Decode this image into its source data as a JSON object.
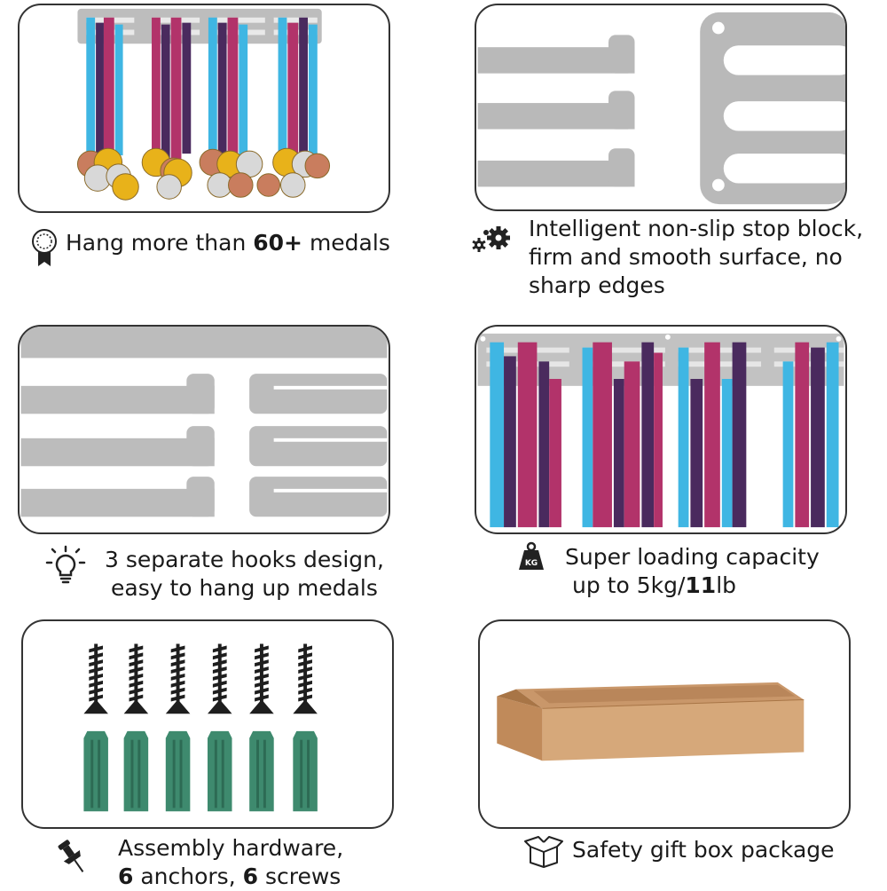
{
  "captions": {
    "medals": {
      "prefix": "Hang more than ",
      "bold": "60+",
      "suffix": " medals"
    },
    "stop_block": {
      "line1": "Intelligent non-slip stop block,",
      "line2": "firm and smooth surface, no",
      "line3": "sharp edges"
    },
    "hooks": {
      "line1": "3 separate hooks design,",
      "line2": "easy to hang up medals"
    },
    "capacity": {
      "line1": "Super loading capacity",
      "line2_prefix": "up to 5kg/",
      "line2_bold": "11",
      "line2_suffix": "lb"
    },
    "hardware": {
      "line1": "Assembly hardware,",
      "line2_bold1": "6",
      "line2_mid": " anchors, ",
      "line2_bold2": "6",
      "line2_suffix": " screws"
    },
    "gift_box": "Safety gift box package"
  },
  "weight_icon_label": "KG",
  "icons": {
    "medals": "medal-ribbon-icon",
    "stop_block": "gears-icon",
    "hooks": "lightbulb-icon",
    "capacity": "weight-icon",
    "hardware": "pushpin-icon",
    "gift_box": "open-box-icon"
  },
  "colors": {
    "rack_silver": "#b9b9b9",
    "ribbon_blue": "#3fb6e3",
    "ribbon_magenta": "#b2336a",
    "ribbon_purple": "#4a2a5e",
    "gold": "#e8b21a",
    "bronze": "#c97d5e",
    "silver_medal": "#d8d8d8",
    "anchor_green": "#3e8a6e",
    "box_kraft": "#d6a87a"
  }
}
